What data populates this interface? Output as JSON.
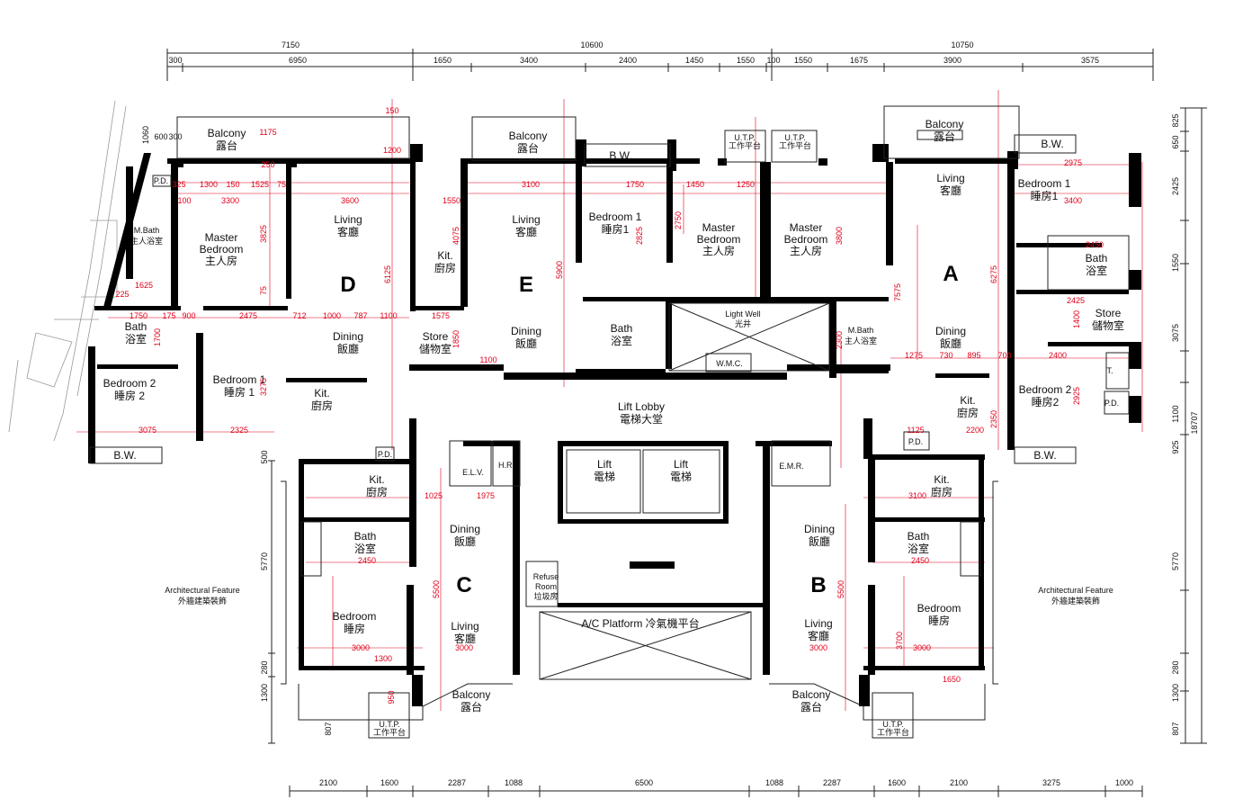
{
  "units": [
    "A",
    "B",
    "C",
    "D",
    "E"
  ],
  "rooms": {
    "balcony_d": [
      "Balcony",
      "露台"
    ],
    "balcony_e": [
      "Balcony",
      "露台"
    ],
    "balcony_a": [
      "Balcony",
      "露台"
    ],
    "balcony_c": [
      "Balcony",
      "露台"
    ],
    "balcony_b": [
      "Balcony",
      "露台"
    ],
    "living_d": [
      "Living",
      "客廳"
    ],
    "living_e": [
      "Living",
      "客廳"
    ],
    "living_a": [
      "Living",
      "客廳"
    ],
    "living_c": [
      "Living",
      "客廳"
    ],
    "living_b": [
      "Living",
      "客廳"
    ],
    "dining_d": [
      "Dining",
      "飯廳"
    ],
    "dining_e": [
      "Dining",
      "飯廳"
    ],
    "dining_a": [
      "Dining",
      "飯廳"
    ],
    "dining_c": [
      "Dining",
      "飯廳"
    ],
    "dining_b": [
      "Dining",
      "飯廳"
    ],
    "master_d": [
      "Master",
      "Bedroom",
      "主人房"
    ],
    "master_e": [
      "Master",
      "Bedroom",
      "主人房"
    ],
    "master_a": [
      "Master",
      "Bedroom",
      "主人房"
    ],
    "mbath_d": [
      "M.Bath",
      "主人浴室"
    ],
    "mbath_a": [
      "M.Bath",
      "主人浴室"
    ],
    "bed1_d": [
      "Bedroom 1",
      "睡房 1"
    ],
    "bed2_d": [
      "Bedroom 2",
      "睡房 2"
    ],
    "bed1_e": [
      "Bedroom 1",
      "睡房1"
    ],
    "bed1_a": [
      "Bedroom 1",
      "睡房1"
    ],
    "bed2_a": [
      "Bedroom 2",
      "睡房2"
    ],
    "bed_c": [
      "Bedroom",
      "睡房"
    ],
    "bed_b": [
      "Bedroom",
      "睡房"
    ],
    "bath_d": [
      "Bath",
      "浴室"
    ],
    "bath_e": [
      "Bath",
      "浴室"
    ],
    "bath_a": [
      "Bath",
      "浴室"
    ],
    "bath_c": [
      "Bath",
      "浴室"
    ],
    "bath_b": [
      "Bath",
      "浴室"
    ],
    "kit_d_top": [
      "Kit.",
      "廚房"
    ],
    "kit_d": [
      "Kit.",
      "廚房"
    ],
    "kit_a": [
      "Kit.",
      "廚房"
    ],
    "kit_c": [
      "Kit.",
      "廚房"
    ],
    "kit_b": [
      "Kit.",
      "廚房"
    ],
    "store_e": [
      "Store",
      "儲物室"
    ],
    "store_a": [
      "Store",
      "儲物室"
    ],
    "lift_lobby": [
      "Lift Lobby",
      "電梯大堂"
    ],
    "lift1": [
      "Lift",
      "電梯"
    ],
    "lift2": [
      "Lift",
      "電梯"
    ],
    "light_well": [
      "Light Well",
      "光井"
    ],
    "refuse": [
      "Refuse",
      "Room",
      "垃圾房"
    ],
    "ac_platform": "A/C Platform 冷氣機平台",
    "arch_left": [
      "Architectural Feature",
      "外牆建築裝飾"
    ],
    "arch_right": [
      "Architectural Feature",
      "外牆建築裝飾"
    ],
    "wmc": "W.M.C.",
    "elv": "E.L.V.",
    "hr": "H.R.",
    "emr": "E.M.R.",
    "bw": "B.W.",
    "pd": "P.D.",
    "t": "T.",
    "utp": [
      "U.T.P.",
      "工作平台"
    ]
  },
  "dims_top_overall": [
    "7150",
    "10600",
    "10750"
  ],
  "dims_top": [
    "300",
    "6950",
    "1650",
    "3400",
    "2400",
    "1450",
    "1550",
    "100",
    "1550",
    "1675",
    "3900",
    "3575"
  ],
  "dims_bottom": [
    "2100",
    "1600",
    "2287",
    "1088",
    "6500",
    "1088",
    "2287",
    "1600",
    "2100",
    "3275",
    "1000"
  ],
  "dims_right": [
    "825",
    "650",
    "2425",
    "1550",
    "3075",
    "1100",
    "925",
    "5770",
    "280",
    "1300",
    "807"
  ],
  "dims_right_total": "18707",
  "dims_left": [
    "1060",
    "500",
    "5770",
    "280",
    "1300",
    "807"
  ],
  "dims_left_top": [
    "600",
    "300"
  ],
  "red_dims": [
    "150",
    "1175",
    "250",
    "1200",
    "325",
    "1300",
    "150",
    "1525",
    "75",
    "3600",
    "100",
    "3300",
    "3825",
    "6125",
    "75",
    "1625",
    "225",
    "1750",
    "175",
    "900",
    "2475",
    "712",
    "1000",
    "787",
    "1100",
    "3275",
    "2325",
    "3075",
    "1700",
    "1575",
    "1850",
    "1100",
    "1550",
    "4075",
    "3100",
    "5900",
    "1750",
    "2825",
    "2750",
    "1450",
    "1250",
    "3800",
    "2300",
    "1275",
    "730",
    "895",
    "700",
    "2975",
    "3400",
    "2450",
    "2425",
    "2400",
    "2925",
    "1400",
    "6275",
    "7575",
    "1125",
    "2200",
    "2350",
    "3100",
    "1975",
    "1025",
    "5500",
    "2450",
    "3000",
    "1300",
    "950",
    "1650",
    "3700"
  ],
  "colors": {
    "wall": "#000000",
    "dimension_red": "#e0001b",
    "line": "#222222"
  }
}
